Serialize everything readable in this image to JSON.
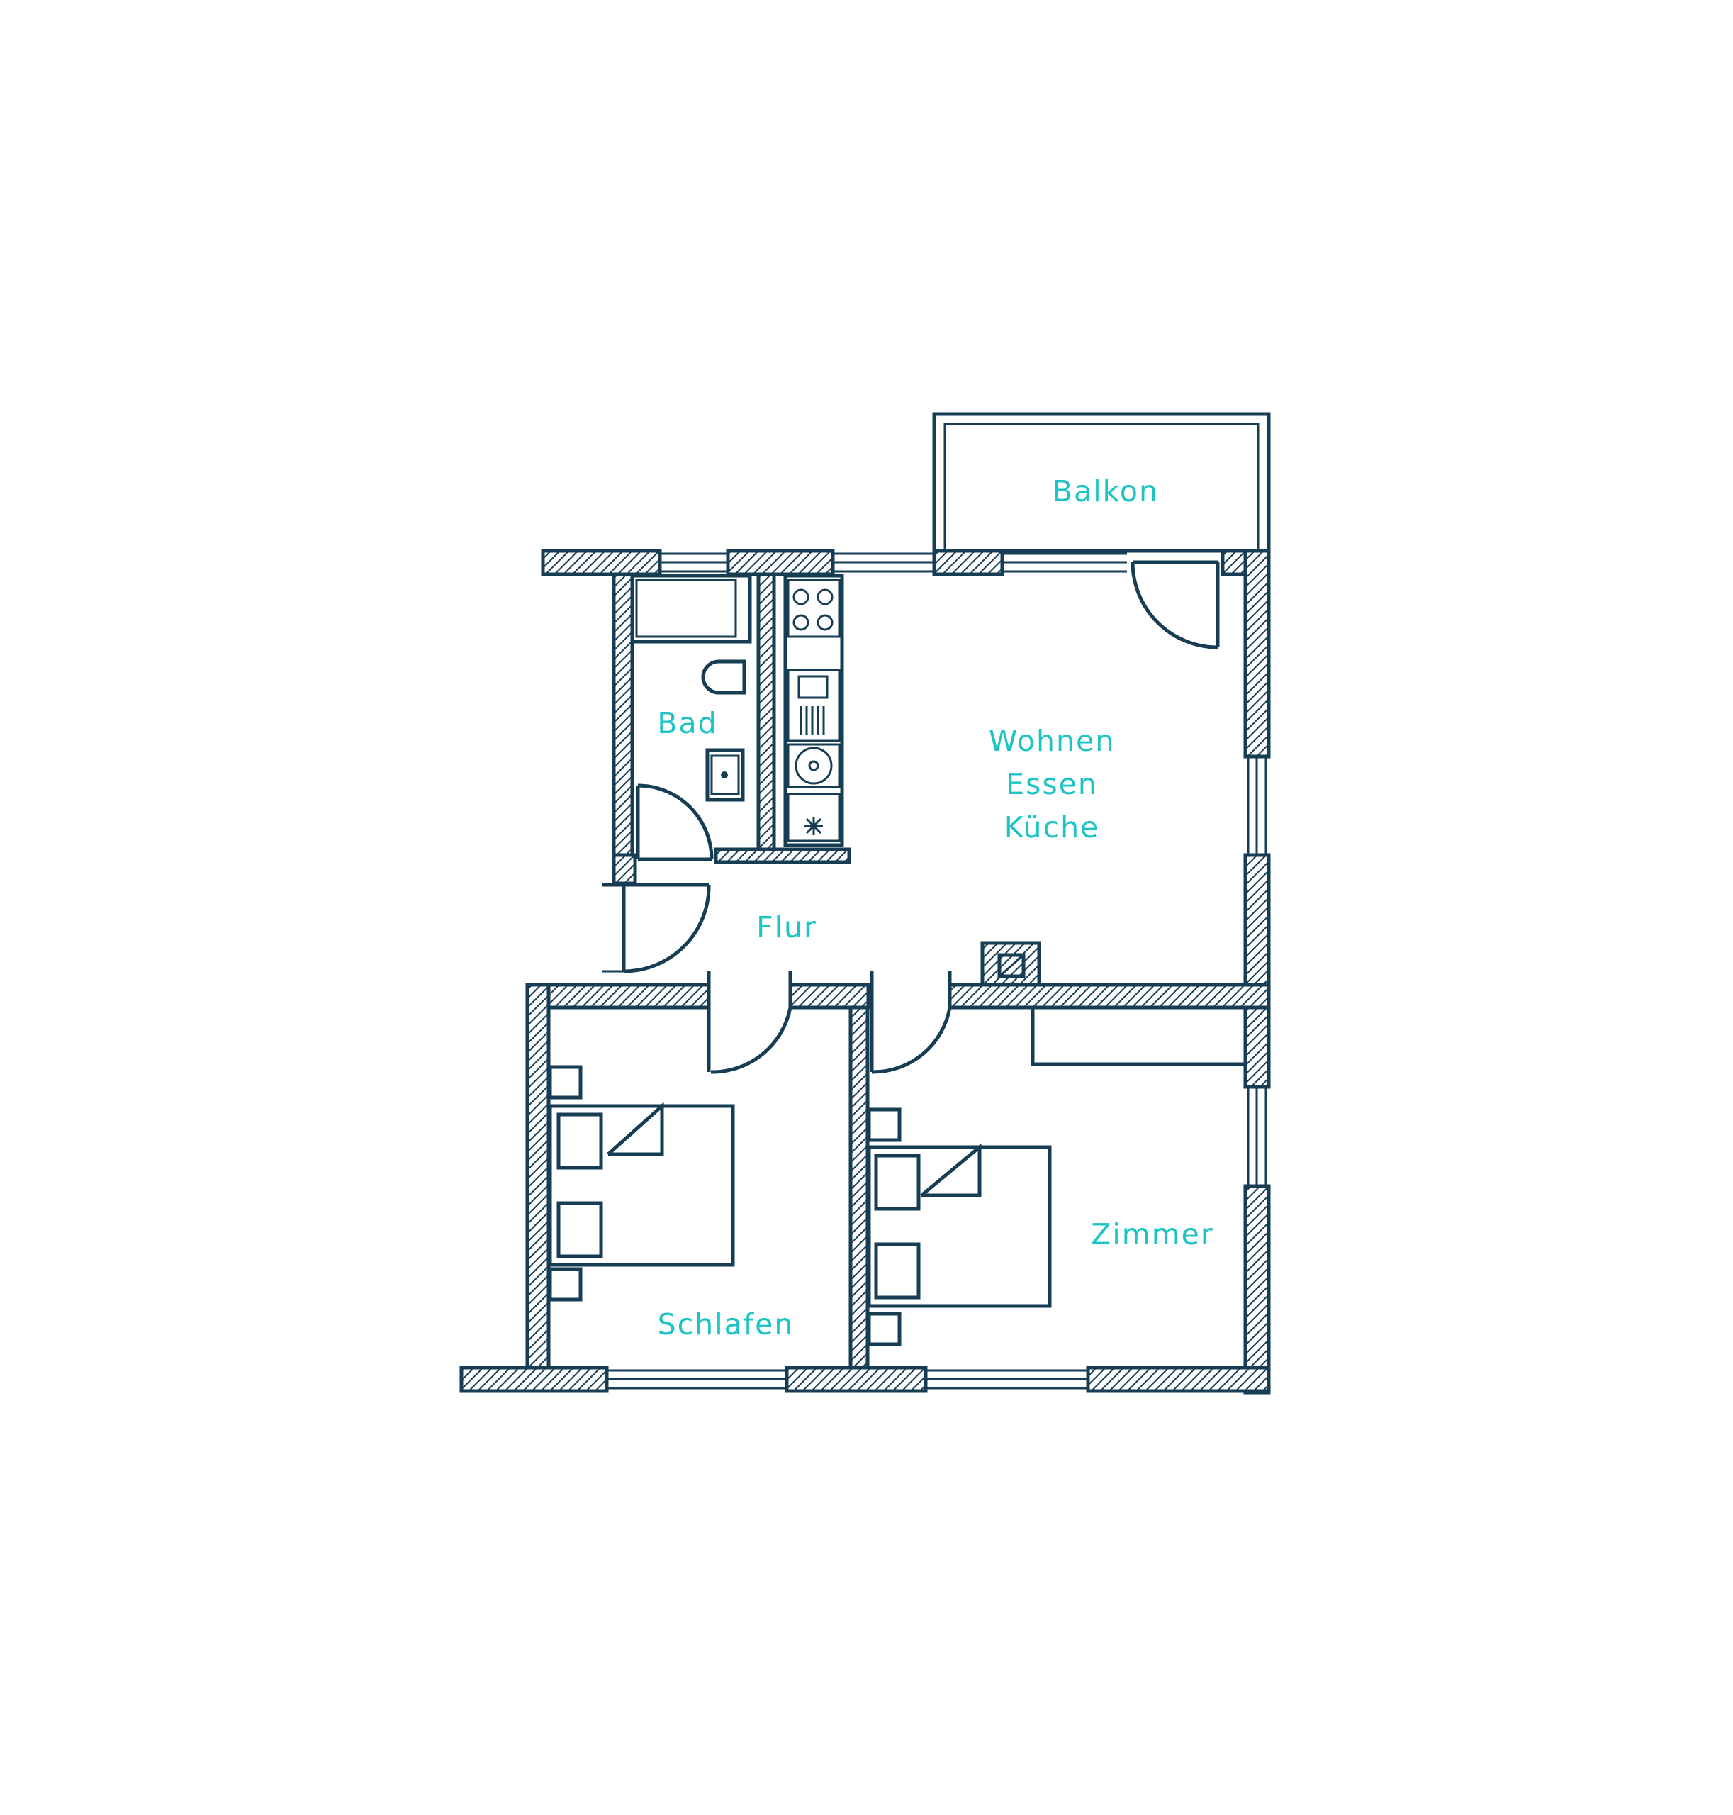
{
  "colors": {
    "line": "#163d54",
    "label": "#1ec3c3",
    "background": "#ffffff"
  },
  "rooms": {
    "balkon": "Balkon",
    "bad": "Bad",
    "wohnen_line1": "Wohnen",
    "wohnen_line2": "Essen",
    "wohnen_line3": "Küche",
    "flur": "Flur",
    "schlafen": "Schlafen",
    "zimmer": "Zimmer"
  }
}
